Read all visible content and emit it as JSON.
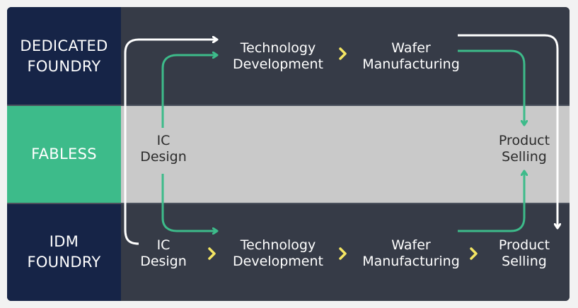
{
  "rows": {
    "dedicated": {
      "line1": "DEDICATED",
      "line2": "FOUNDRY"
    },
    "fabless": {
      "label": "FABLESS"
    },
    "idm": {
      "line1": "IDM",
      "line2": "FOUNDRY"
    }
  },
  "top": {
    "tech": {
      "line1": "Technology",
      "line2": "Development"
    },
    "wafer": {
      "line1": "Wafer",
      "line2": "Manufacturing"
    }
  },
  "middle": {
    "ic": {
      "line1": "IC",
      "line2": "Design"
    },
    "selling": {
      "line1": "Product",
      "line2": "Selling"
    }
  },
  "bottom": {
    "ic": {
      "line1": "IC",
      "line2": "Design"
    },
    "tech": {
      "line1": "Technology",
      "line2": "Development"
    },
    "wafer": {
      "line1": "Wafer",
      "line2": "Manufacturing"
    },
    "selling": {
      "line1": "Product",
      "line2": "Selling"
    }
  },
  "colors": {
    "dark_row": "#363b47",
    "navy_label": "#162447",
    "grey_row": "#c9c9c9",
    "green": "#3dbb8a",
    "chevron": "#f5e663",
    "white_path": "#ffffff"
  }
}
